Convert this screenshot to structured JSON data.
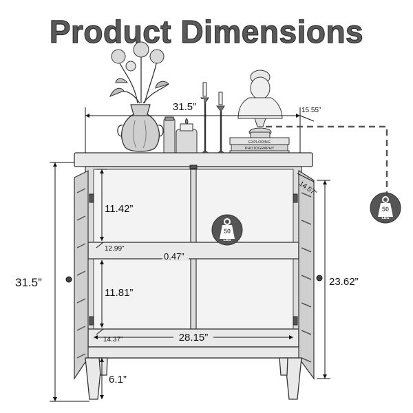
{
  "title": "Product Dimensions",
  "dimensions": {
    "top_width": "31.5”",
    "top_depth": "15.55”",
    "side_depth": "14.57”",
    "upper_shelf_height": "11.42”",
    "upper_shelf_depth": "12.99”",
    "shelf_thickness": "0.47”",
    "lower_shelf_height": "11.81”",
    "lower_shelf_depth": "14.37”",
    "inner_width": "28.15”",
    "total_height": "31.5”",
    "door_height": "23.62”",
    "leg_height": "6.1”"
  },
  "weight_badges": {
    "shelf": {
      "value": "50",
      "unit": "LBS"
    },
    "top": {
      "value": "50",
      "unit": "LBS"
    }
  },
  "book_spines": [
    "EXPLORING",
    "PHOTOGRAPHY"
  ],
  "icons": [
    "weight-icon",
    "vase-icon",
    "flowers-icon",
    "candle-icon",
    "bust-statue-icon",
    "books-icon",
    "jar-icon",
    "door-knob-icon"
  ]
}
